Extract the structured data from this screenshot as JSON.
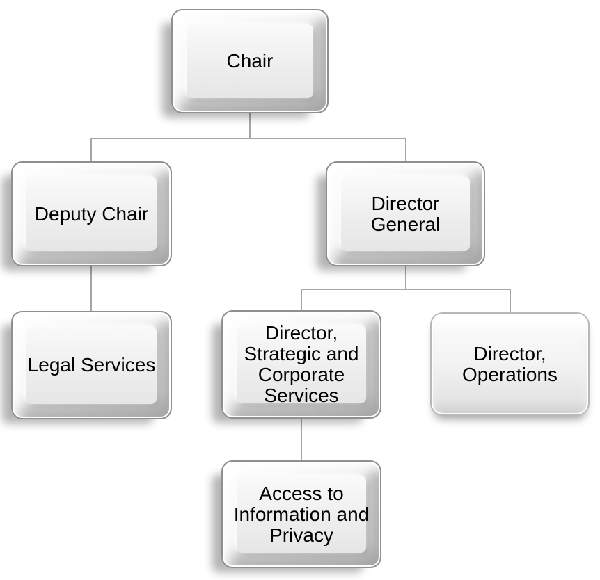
{
  "diagram": {
    "type": "org-chart",
    "background_color": "#ffffff",
    "connector_color": "#a6a6a6",
    "box_border_color": "#8f8f8f",
    "box_fill_color": "#ececec",
    "text_color": "#000000",
    "nodes": {
      "chair": {
        "label": "Chair",
        "parent": null
      },
      "deputy_chair": {
        "label": "Deputy Chair",
        "parent": "chair"
      },
      "director_general": {
        "label": "Director General",
        "parent": "chair"
      },
      "legal_services": {
        "label": "Legal Services",
        "parent": "deputy_chair"
      },
      "director_strategic": {
        "label": "Director, Strategic and Corporate Services",
        "parent": "director_general"
      },
      "director_operations": {
        "label": "Director, Operations",
        "parent": "director_general"
      },
      "access_information_privacy": {
        "label": "Access to Information and Privacy",
        "parent": "director_strategic"
      }
    }
  }
}
